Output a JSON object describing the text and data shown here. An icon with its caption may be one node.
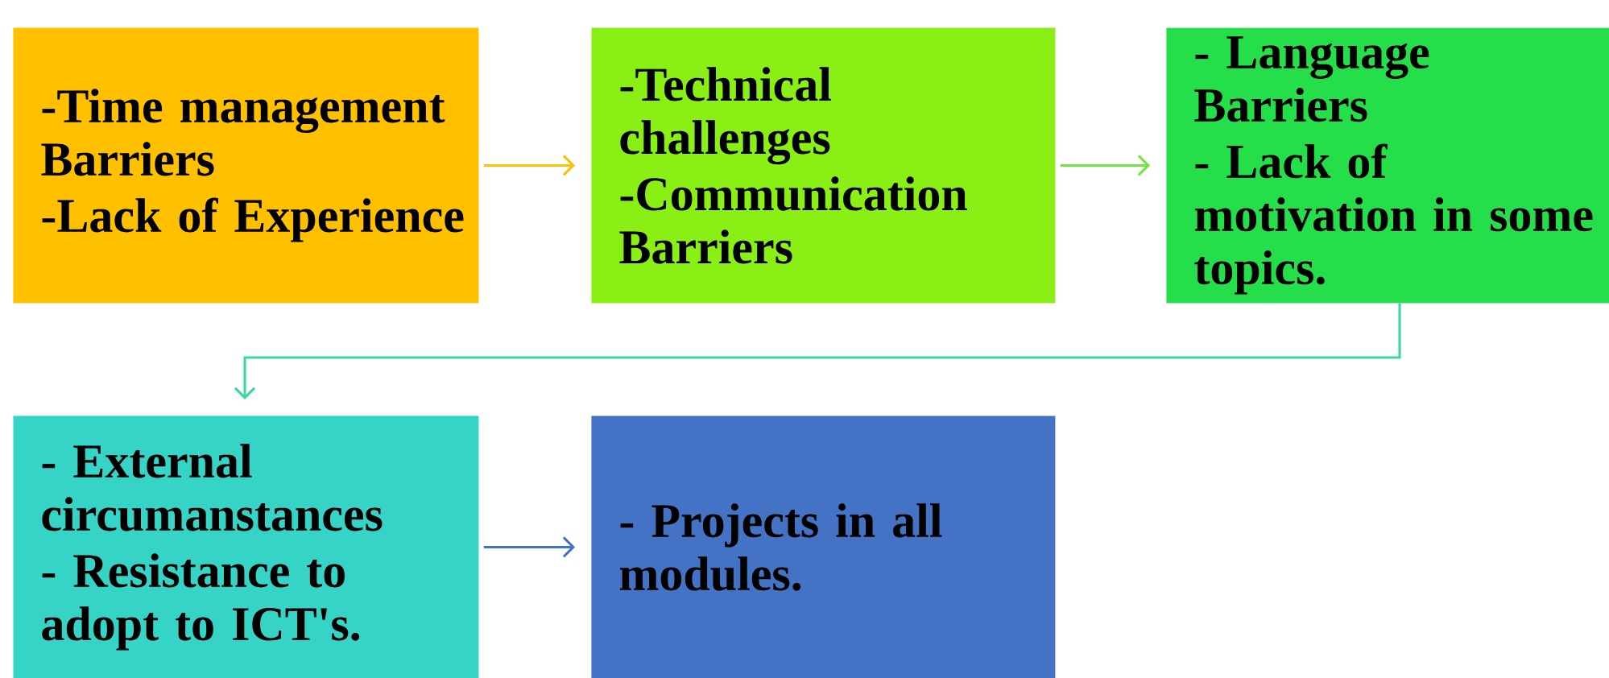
{
  "diagram": {
    "nodes": [
      {
        "text": [
          "-Time management Barriers",
          "-Lack of Experience"
        ]
      },
      {
        "text": [
          "-Technical challenges",
          "-Communication Barriers"
        ]
      },
      {
        "text": [
          "- Language Barriers",
          "- Lack of motivation in some topics."
        ]
      },
      {
        "text": [
          "- External circumanstances",
          "- Resistance to adopt to ICT's."
        ]
      },
      {
        "text": [
          "- Projects in all modules."
        ]
      }
    ],
    "edges": [
      {
        "from": 0,
        "to": 1,
        "arrow": "to",
        "color": "#ffc000"
      },
      {
        "from": 1,
        "to": 2,
        "arrow": "to",
        "color": "#6ee83a"
      },
      {
        "from": 2,
        "to": 3,
        "arrow": "to",
        "color": "#3ad6a0"
      },
      {
        "from": 3,
        "to": 4,
        "arrow": "to",
        "color": "#4472c4"
      }
    ]
  }
}
